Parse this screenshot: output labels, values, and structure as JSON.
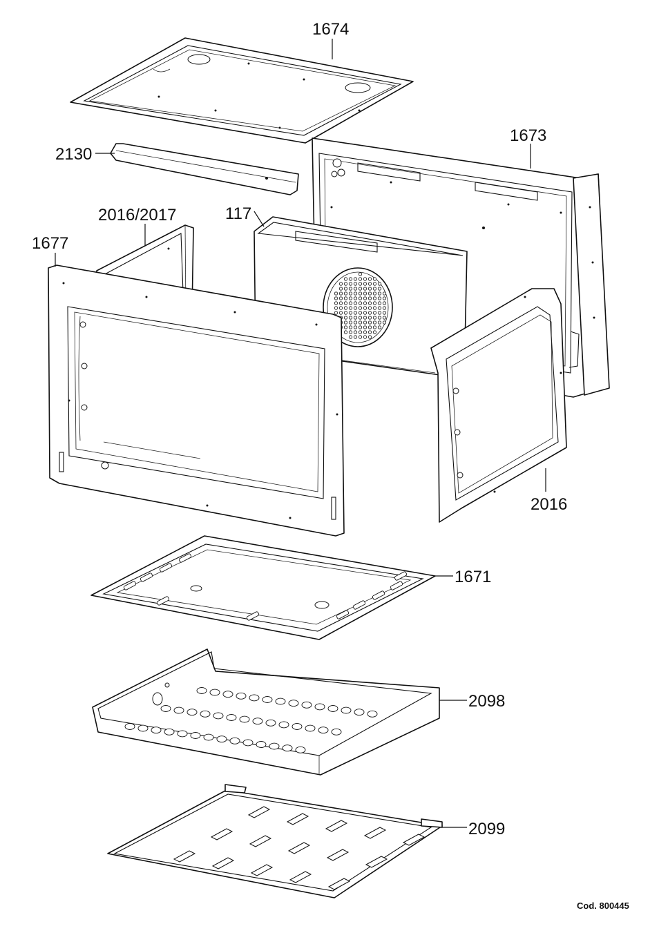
{
  "callouts": {
    "c1674": "1674",
    "c1673": "1673",
    "c2130": "2130",
    "c2016_2017": "2016/2017",
    "c117": "117",
    "c1677": "1677",
    "c2016": "2016",
    "c1671": "1671",
    "c2098": "2098",
    "c2099": "2099"
  },
  "code": "Cod. 800445",
  "colors": {
    "line": "#111111",
    "background": "#ffffff"
  }
}
